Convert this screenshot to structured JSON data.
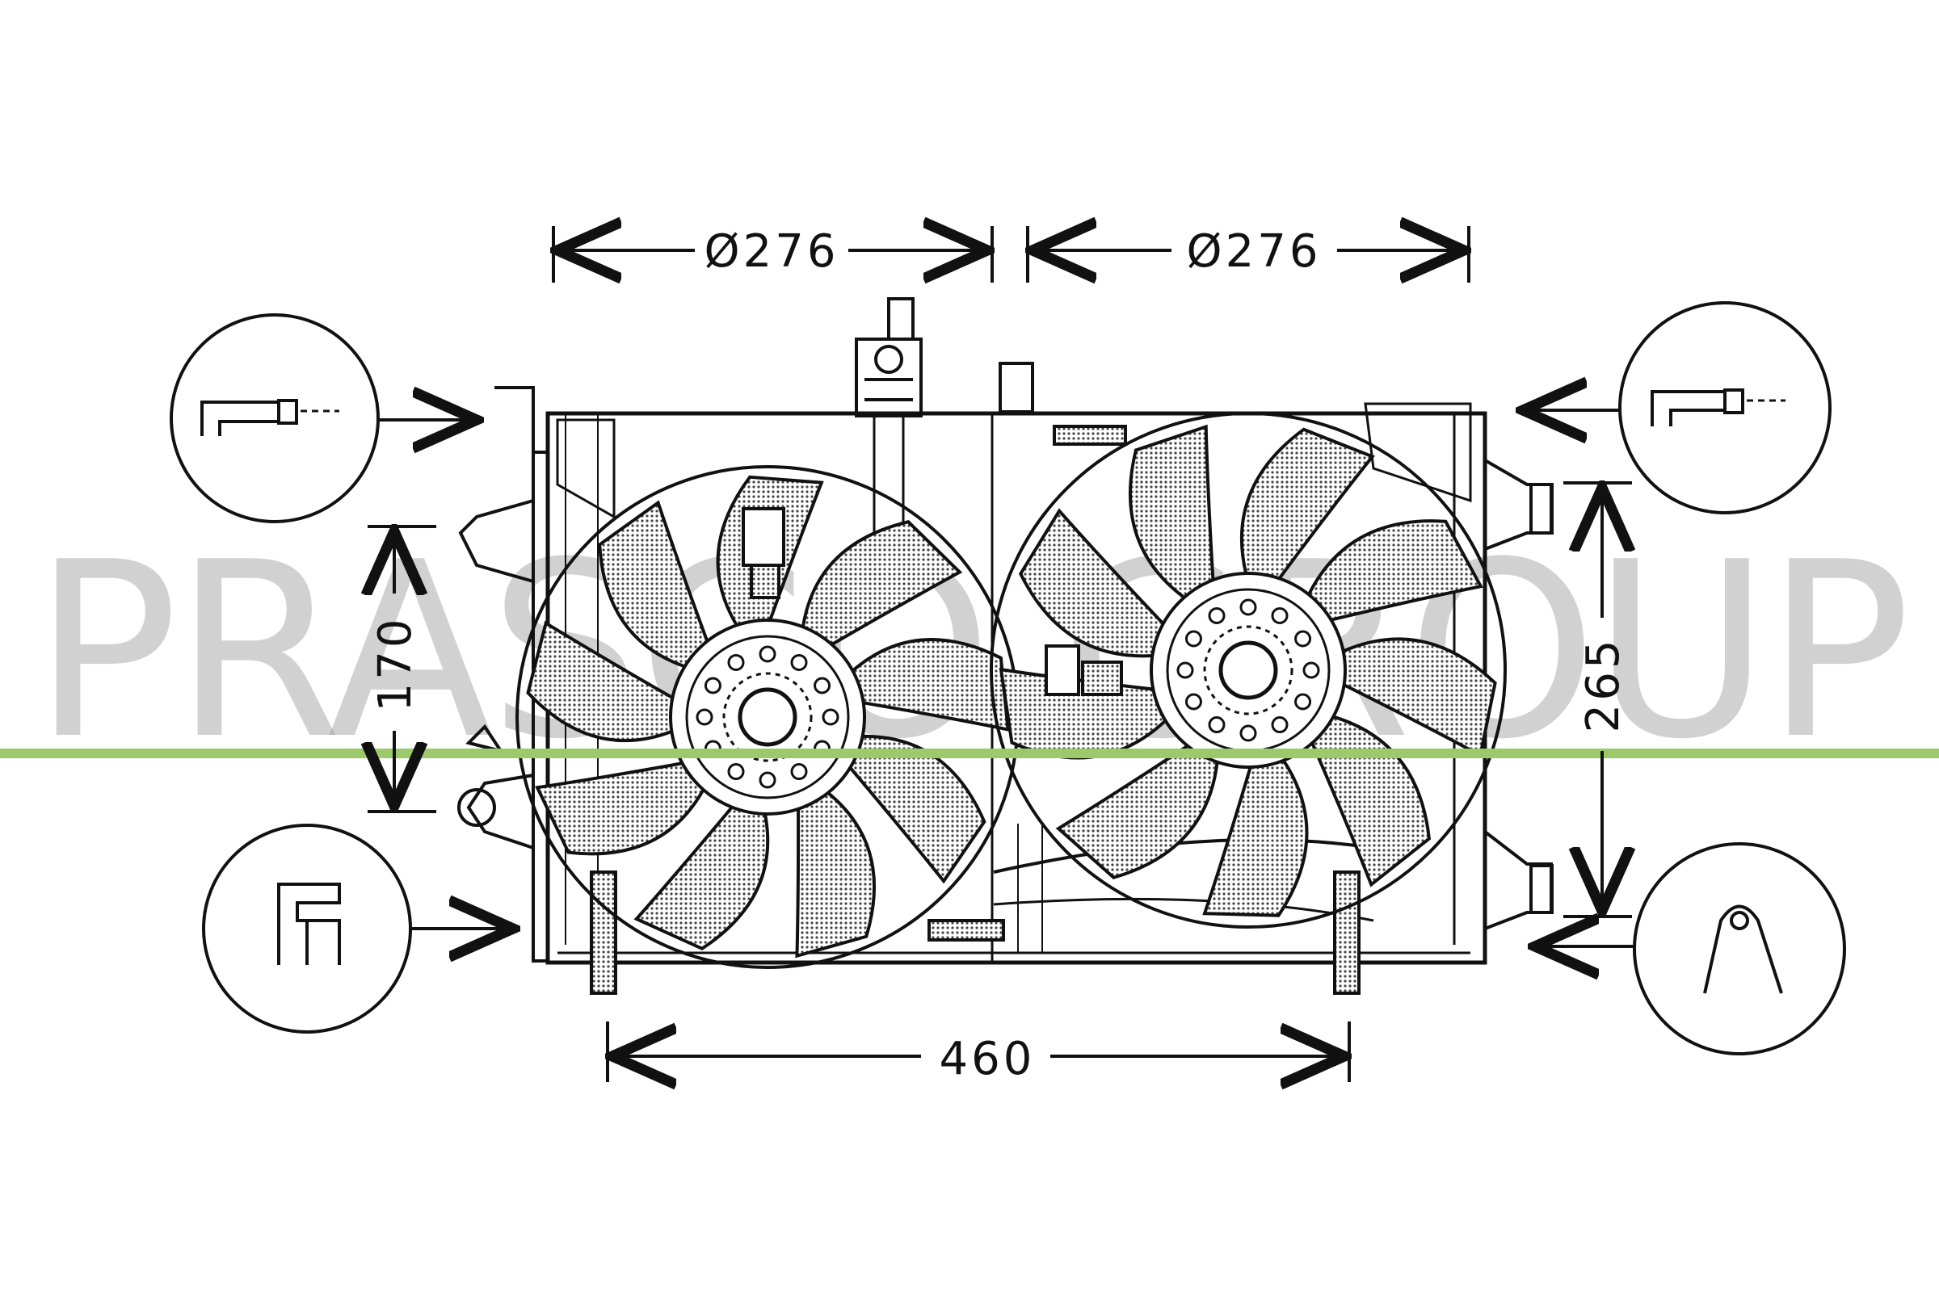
{
  "watermark": {
    "text": "PRASCO GROUP",
    "stripe_color": "#9cc96a",
    "text_color": "#9a9a9a"
  },
  "dimensions": {
    "left_fan_diameter": "Ø276",
    "right_fan_diameter": "Ø276",
    "left_mount_height": "170",
    "right_mount_height": "265",
    "bottom_width": "460"
  },
  "detail_callouts": [
    {
      "id": "top-left",
      "icon": "bent-pipe-connector-icon"
    },
    {
      "id": "top-right",
      "icon": "bent-pipe-connector-icon"
    },
    {
      "id": "bottom-left",
      "icon": "stepped-bracket-icon"
    },
    {
      "id": "bottom-right",
      "icon": "mounting-eye-icon"
    }
  ],
  "colors": {
    "line": "#111111",
    "fan_shading": "#c8c8c8"
  }
}
